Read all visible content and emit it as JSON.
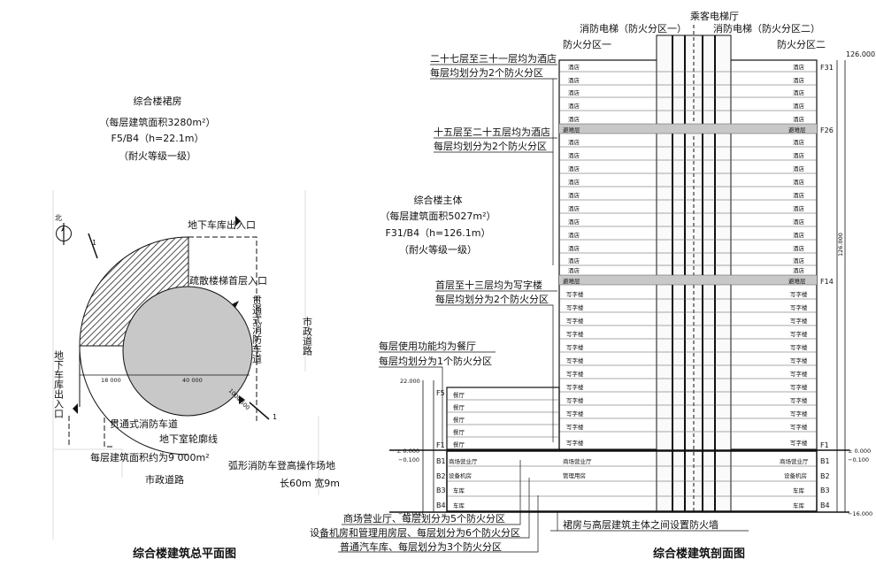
{
  "plan": {
    "podium_info": [
      "综合楼裙房",
      "（每层建筑面积3280m²）",
      "F5/B4（h=22.1m）",
      "（耐火等级一级）"
    ],
    "north_label": "北",
    "section_marker": "1",
    "garage_entrance_top": "地下车库出入口",
    "evac_stair": "疏散楼梯首层入口",
    "through_road_vertical": "贯通式消防车道",
    "municipal_road_vertical": "市政道路",
    "garage_entrance_left": "地下车库出入口",
    "dim_left": "18 000",
    "dim_center": "40 000",
    "dim_diag_a": "1000",
    "dim_diag_b": "4500",
    "through_road_bottom": "贯通式消防车道",
    "basement_outline": "地下室轮廓线",
    "floor_area": "每层建筑面积约为9 000m²",
    "arc_road": "弧形消防车登高操作场地",
    "arc_size": "长60m  宽9m",
    "municipal_road_bottom": "市政道路",
    "title": "综合楼建筑总平面图"
  },
  "section": {
    "top_elevator_hall": "乘客电梯厅",
    "fire_lift_1": "消防电梯（防火分区一）",
    "fire_lift_2": "消防电梯（防火分区二）",
    "zone_1": "防火分区一",
    "zone_2": "防火分区二",
    "hotel_upper_1": "二十七层至三十一层均为酒店",
    "hotel_upper_2": "每层均划分为2个防火分区",
    "hotel_lower_1": "十五层至二十五层均为酒店",
    "hotel_lower_2": "每层均划分为2个防火分区",
    "main_info": [
      "综合楼主体",
      "（每层建筑面积5027m²）",
      "F31/B4（h=126.1m）",
      "（耐火等级一级）"
    ],
    "office_1": "首层至十三层均为写字楼",
    "office_2": "每层均划分为2个防火分区",
    "restaurant_1": "每层使用功能均为餐厅",
    "restaurant_2": "每层均划分为1个防火分区",
    "hotel": "酒店",
    "refuge": "避难层",
    "office": "写字楼",
    "restaurant": "餐厅",
    "retail": "商场营业厅",
    "equipment": "设备机房",
    "management": "管理用房",
    "garage": "车库",
    "floor_labels": [
      "F31",
      "F26",
      "F14",
      "F5",
      "F1",
      "B1",
      "B2",
      "B3",
      "B4"
    ],
    "elevations": [
      "126.000",
      "22.000",
      "± 0.000",
      "−0.100",
      "−16.000"
    ],
    "elev_dim": "126.000",
    "basement_note_1": "商场营业厅、每层划分为5个防火分区",
    "basement_note_2": "设备机房和管理用房层、每层划分为6个防火分区",
    "basement_note_3": "普通汽车库、每层划分为3个防火分区",
    "firewall_note": "裙房与高层建筑主体之间设置防火墙",
    "title": "综合楼建筑剖面图"
  }
}
